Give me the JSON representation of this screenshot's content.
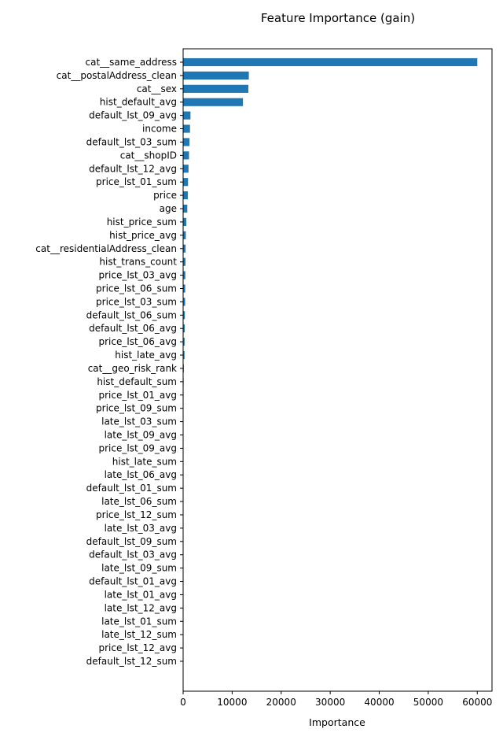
{
  "chart_data": {
    "type": "bar",
    "orientation": "horizontal",
    "title": "Feature Importance (gain)",
    "xlabel": "Importance",
    "ylabel": "",
    "xlim": [
      0,
      63000
    ],
    "xticks": [
      0,
      10000,
      20000,
      30000,
      40000,
      50000,
      60000
    ],
    "grid": false,
    "legend": "none",
    "bar_color": "#1f77b4",
    "categories": [
      "cat__same_address",
      "cat__postalAddress_clean",
      "cat__sex",
      "hist_default_avg",
      "default_lst_09_avg",
      "income",
      "default_lst_03_sum",
      "cat__shopID",
      "default_lst_12_avg",
      "price_lst_01_sum",
      "price",
      "age",
      "hist_price_sum",
      "hist_price_avg",
      "cat__residentialAddress_clean",
      "hist_trans_count",
      "price_lst_03_avg",
      "price_lst_06_sum",
      "price_lst_03_sum",
      "default_lst_06_sum",
      "default_lst_06_avg",
      "price_lst_06_avg",
      "hist_late_avg",
      "cat__geo_risk_rank",
      "hist_default_sum",
      "price_lst_01_avg",
      "price_lst_09_sum",
      "late_lst_03_sum",
      "late_lst_09_avg",
      "price_lst_09_avg",
      "hist_late_sum",
      "late_lst_06_avg",
      "default_lst_01_sum",
      "late_lst_06_sum",
      "price_lst_12_sum",
      "late_lst_03_avg",
      "default_lst_09_sum",
      "default_lst_03_avg",
      "late_lst_09_sum",
      "default_lst_01_avg",
      "late_lst_01_avg",
      "late_lst_12_avg",
      "late_lst_01_sum",
      "late_lst_12_sum",
      "price_lst_12_avg",
      "default_lst_12_sum"
    ],
    "values": [
      60000,
      13400,
      13300,
      12200,
      1500,
      1400,
      1300,
      1200,
      1100,
      1000,
      950,
      850,
      650,
      550,
      500,
      480,
      450,
      420,
      400,
      350,
      330,
      300,
      280,
      150,
      100,
      90,
      80,
      70,
      60,
      55,
      50,
      45,
      40,
      35,
      30,
      28,
      25,
      22,
      20,
      18,
      15,
      12,
      10,
      8,
      6,
      5
    ]
  }
}
